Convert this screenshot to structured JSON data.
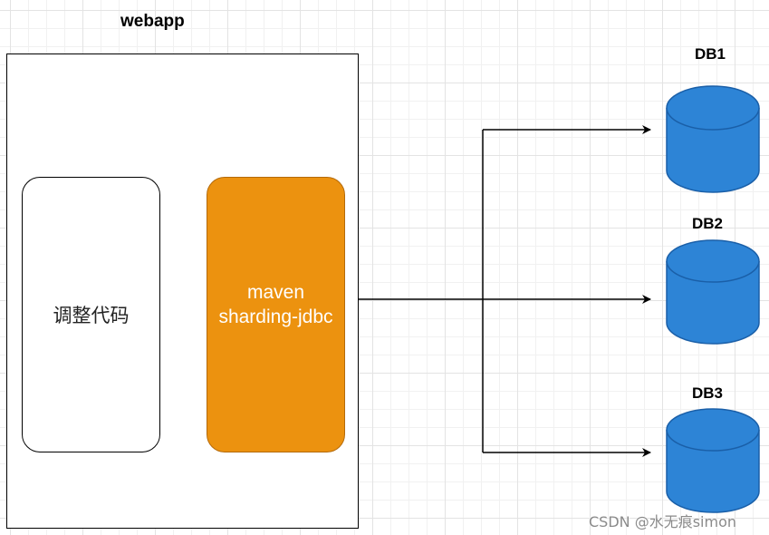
{
  "webapp": {
    "title": "webapp",
    "code_block_label": "调整代码",
    "jdbc_block_lines": [
      "maven",
      "sharding-jdbc"
    ]
  },
  "databases": [
    {
      "label": "DB1"
    },
    {
      "label": "DB2"
    },
    {
      "label": "DB3"
    }
  ],
  "colors": {
    "jdbc_fill": "#ec920f",
    "db_fill": "#2d84d6",
    "db_stroke": "#1a5fa8"
  },
  "watermark": "CSDN @水无痕simon"
}
